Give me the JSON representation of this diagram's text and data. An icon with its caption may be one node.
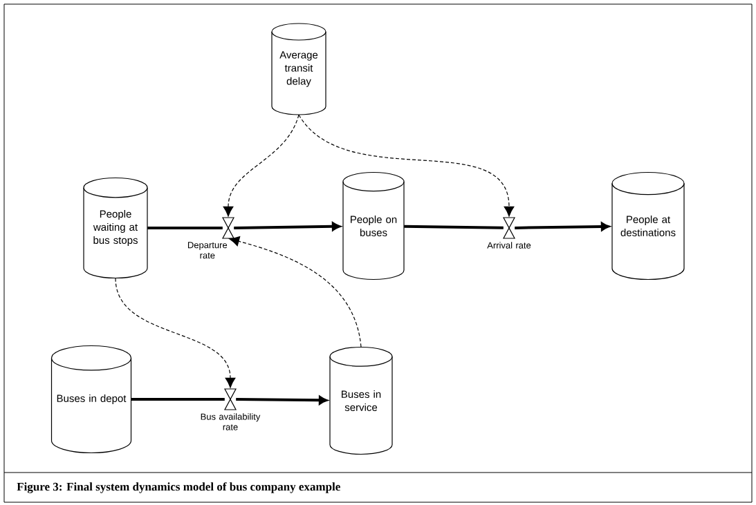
{
  "diagram": {
    "caption": "Figure 3: Final system dynamics model of bus company example",
    "nodes": [
      {
        "text": [
          "Average transit delay"
        ]
      },
      {
        "text": [
          "People waiting at bus stops"
        ]
      },
      {
        "text": [
          "People on buses"
        ]
      },
      {
        "text": [
          "People at destinations"
        ]
      },
      {
        "text": [
          "Buses in depot"
        ]
      },
      {
        "text": [
          "Buses in service"
        ]
      },
      {
        "text": [],
        "shape": "valve",
        "beside": [
          "Departure rate"
        ]
      },
      {
        "text": [],
        "shape": "valve",
        "beside": [
          "Arrival rate"
        ]
      },
      {
        "text": [],
        "shape": "valve",
        "beside": [
          "Bus availability rate"
        ]
      }
    ],
    "edges": [
      {
        "from": 1,
        "to": 6,
        "arrow": "none"
      },
      {
        "from": 6,
        "to": 2,
        "arrow": "to"
      },
      {
        "from": 2,
        "to": 7,
        "arrow": "none"
      },
      {
        "from": 7,
        "to": 3,
        "arrow": "to"
      },
      {
        "from": 4,
        "to": 8,
        "arrow": "none"
      },
      {
        "from": 8,
        "to": 5,
        "arrow": "to"
      },
      {
        "from": 0,
        "to": 6,
        "arrow": "to",
        "style": "dashed"
      },
      {
        "from": 0,
        "to": 7,
        "arrow": "to",
        "style": "dashed"
      },
      {
        "from": 5,
        "to": 6,
        "arrow": "to",
        "style": "dashed"
      },
      {
        "from": 1,
        "to": 8,
        "arrow": "to",
        "style": "dashed"
      }
    ]
  }
}
